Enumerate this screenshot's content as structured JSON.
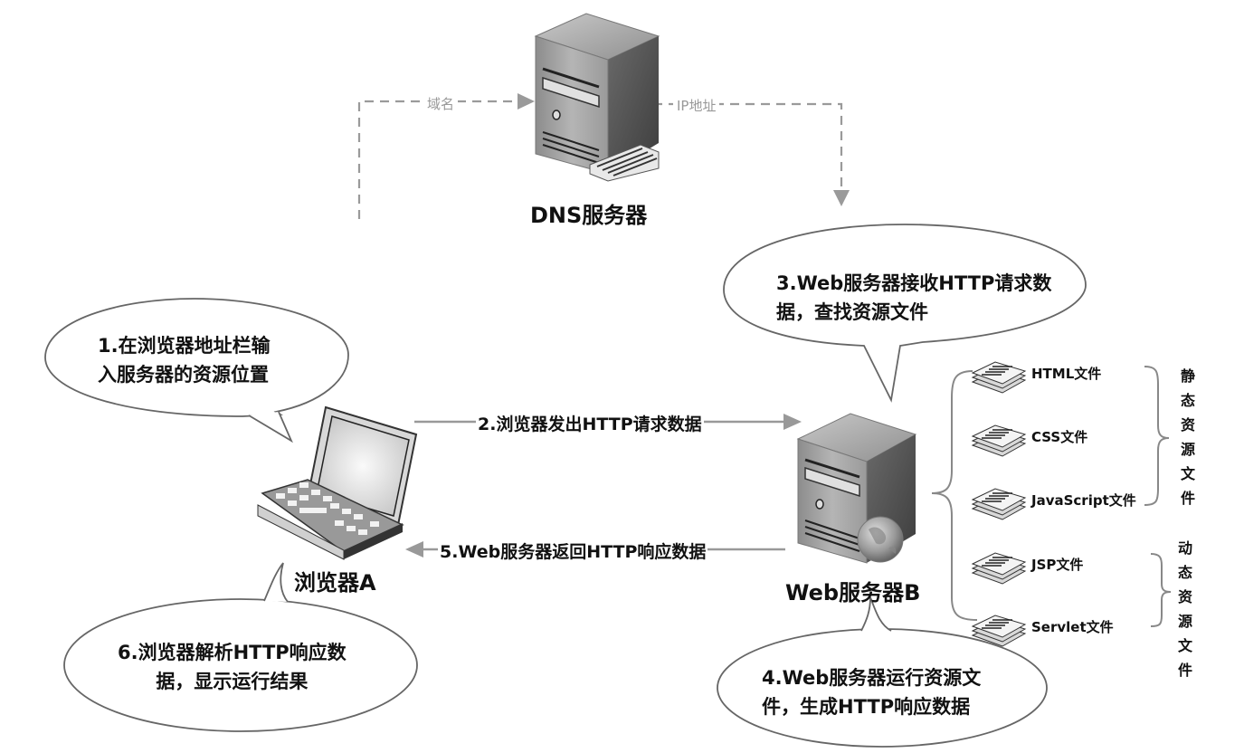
{
  "diagram": {
    "dns_server": {
      "label": "DNS服务器"
    },
    "dns_flow": {
      "request_label": "域名",
      "response_label": "IP地址"
    },
    "browser": {
      "label": "浏览器A"
    },
    "web_server": {
      "label": "Web服务器B"
    },
    "flows": {
      "request": "2.浏览器发出HTTP请求数据",
      "response": "5.Web服务器返回HTTP响应数据"
    },
    "bubbles": {
      "step1": [
        "1.在浏览器地址栏输",
        "入服务器的资源位置"
      ],
      "step3": [
        "3.Web服务器接收HTTP请求数",
        "据，查找资源文件"
      ],
      "step4": [
        "4.Web服务器运行资源文",
        "件，生成HTTP响应数据"
      ],
      "step6": [
        "6.浏览器解析HTTP响应数",
        "据，显示运行结果"
      ]
    },
    "files": [
      {
        "label": "HTML文件",
        "group": "static"
      },
      {
        "label": "CSS文件",
        "group": "static"
      },
      {
        "label": "JavaScript文件",
        "group": "static"
      },
      {
        "label": "JSP文件",
        "group": "dynamic"
      },
      {
        "label": "Servlet文件",
        "group": "dynamic"
      }
    ],
    "groups": {
      "static": "静态资源文件",
      "dynamic": "动态资源文件"
    },
    "colors": {
      "dashed": "#9a9a9a",
      "arrow": "#999999",
      "outline": "#555555"
    }
  }
}
